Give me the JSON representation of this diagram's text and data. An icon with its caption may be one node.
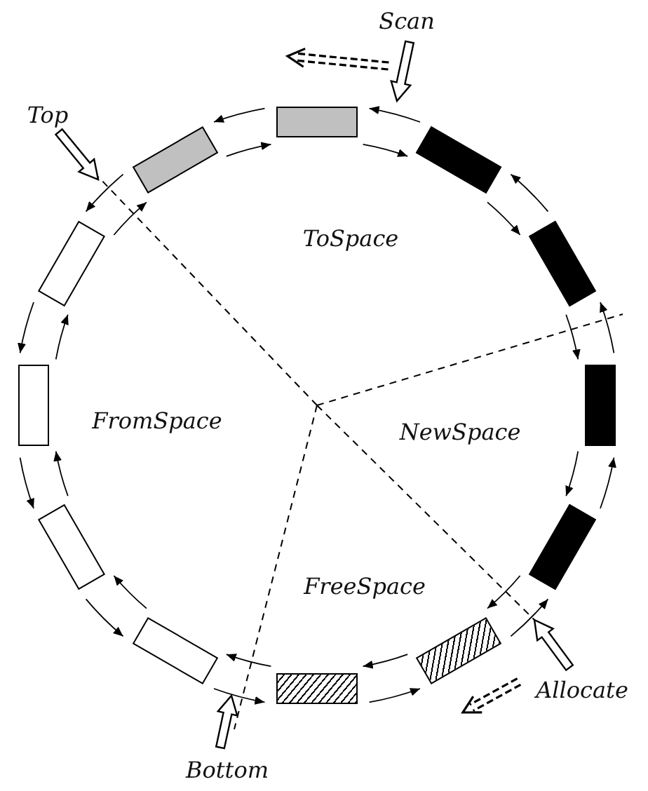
{
  "diagram": {
    "nodes": [
      {
        "text": [],
        "shape": "box"
      },
      {
        "text": [],
        "shape": "box"
      },
      {
        "text": [],
        "shape": "box"
      },
      {
        "text": [],
        "shape": "box"
      },
      {
        "text": [],
        "shape": "box"
      },
      {
        "text": [],
        "shape": "box"
      },
      {
        "text": [],
        "shape": "box"
      },
      {
        "text": [],
        "shape": "box"
      },
      {
        "text": [],
        "shape": "box"
      },
      {
        "text": [],
        "shape": "box"
      },
      {
        "text": [],
        "shape": "box"
      },
      {
        "text": [],
        "shape": "box"
      },
      {
        "text": [
          "Scan"
        ]
      },
      {
        "text": [
          "Top"
        ]
      },
      {
        "text": [
          "Allocate"
        ]
      },
      {
        "text": [
          "Bottom"
        ]
      }
    ],
    "edges": [
      {
        "from": 0,
        "to": 1,
        "arrow": "to"
      },
      {
        "from": 1,
        "to": 0,
        "arrow": "to"
      },
      {
        "from": 1,
        "to": 2,
        "arrow": "to"
      },
      {
        "from": 2,
        "to": 1,
        "arrow": "to"
      },
      {
        "from": 2,
        "to": 3,
        "arrow": "to"
      },
      {
        "from": 3,
        "to": 2,
        "arrow": "to"
      },
      {
        "from": 3,
        "to": 4,
        "arrow": "to"
      },
      {
        "from": 4,
        "to": 3,
        "arrow": "to"
      },
      {
        "from": 4,
        "to": 5,
        "arrow": "to"
      },
      {
        "from": 5,
        "to": 4,
        "arrow": "to"
      },
      {
        "from": 5,
        "to": 6,
        "arrow": "to"
      },
      {
        "from": 6,
        "to": 5,
        "arrow": "to"
      },
      {
        "from": 6,
        "to": 7,
        "arrow": "to"
      },
      {
        "from": 7,
        "to": 6,
        "arrow": "to"
      },
      {
        "from": 7,
        "to": 8,
        "arrow": "to"
      },
      {
        "from": 8,
        "to": 7,
        "arrow": "to"
      },
      {
        "from": 8,
        "to": 9,
        "arrow": "to"
      },
      {
        "from": 9,
        "to": 8,
        "arrow": "to"
      },
      {
        "from": 9,
        "to": 10,
        "arrow": "to"
      },
      {
        "from": 10,
        "to": 9,
        "arrow": "to"
      },
      {
        "from": 10,
        "to": 11,
        "arrow": "to"
      },
      {
        "from": 11,
        "to": 10,
        "arrow": "to"
      },
      {
        "from": 11,
        "to": 0,
        "arrow": "to"
      },
      {
        "from": 0,
        "to": 11,
        "arrow": "to"
      },
      {
        "from": 12,
        "to": null,
        "arrow": "to",
        "style": "thick"
      },
      {
        "from": 13,
        "to": null,
        "arrow": "to",
        "style": "thick"
      },
      {
        "from": 14,
        "to": null,
        "arrow": "to",
        "style": "thick"
      },
      {
        "from": 15,
        "to": null,
        "arrow": "to",
        "style": "thick"
      }
    ],
    "labels": [
      "ToSpace",
      "FromSpace",
      "NewSpace",
      "FreeSpace"
    ]
  }
}
